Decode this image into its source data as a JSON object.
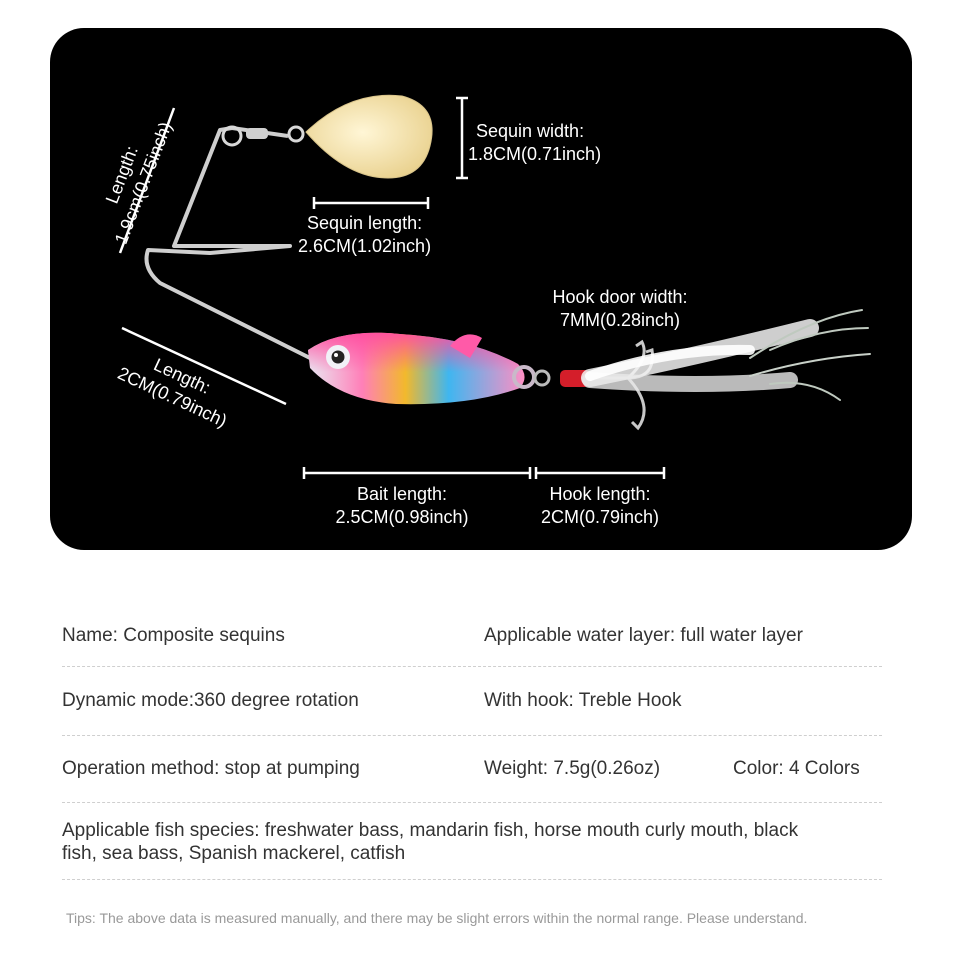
{
  "diagram": {
    "sequin_width_label": "Sequin width:",
    "sequin_width_value": "1.8CM(0.71inch)",
    "sequin_length_label": "Sequin length:",
    "sequin_length_value": "2.6CM(1.02inch)",
    "arm_length_label": "Length:",
    "arm_length_value": "1.9cm(0.75inch)",
    "lower_length_label": "Length:",
    "lower_length_value": "2CM(0.79inch)",
    "hook_door_label": "Hook door width:",
    "hook_door_value": "7MM(0.28inch)",
    "bait_length_label": "Bait length:",
    "bait_length_value": "2.5CM(0.98inch)",
    "hook_length_label": "Hook length:",
    "hook_length_value": "2CM(0.79inch)",
    "colors": {
      "sequin": "#f5e3b0",
      "fish_pink": "#ff6fb0",
      "fish_blue": "#3fb6f0",
      "fish_yellow": "#f2b92c",
      "hook_red": "#d41e2a",
      "feather": "#ffffff"
    }
  },
  "specs": {
    "name": "Name: Composite sequins",
    "water_layer": "Applicable water layer: full water layer",
    "dynamic_mode": "Dynamic mode:360 degree rotation",
    "with_hook": "With hook: Treble Hook",
    "operation": "Operation method: stop at pumping",
    "weight": "Weight: 7.5g(0.26oz)",
    "color": "Color: 4 Colors",
    "fish_species_line1": "Applicable fish species: freshwater bass, mandarin fish, horse mouth curly mouth, black",
    "fish_species_line2": "fish, sea bass, Spanish mackerel, catfish"
  },
  "tips": "Tips: The above data is measured manually, and there may be slight errors within the normal range. Please understand."
}
